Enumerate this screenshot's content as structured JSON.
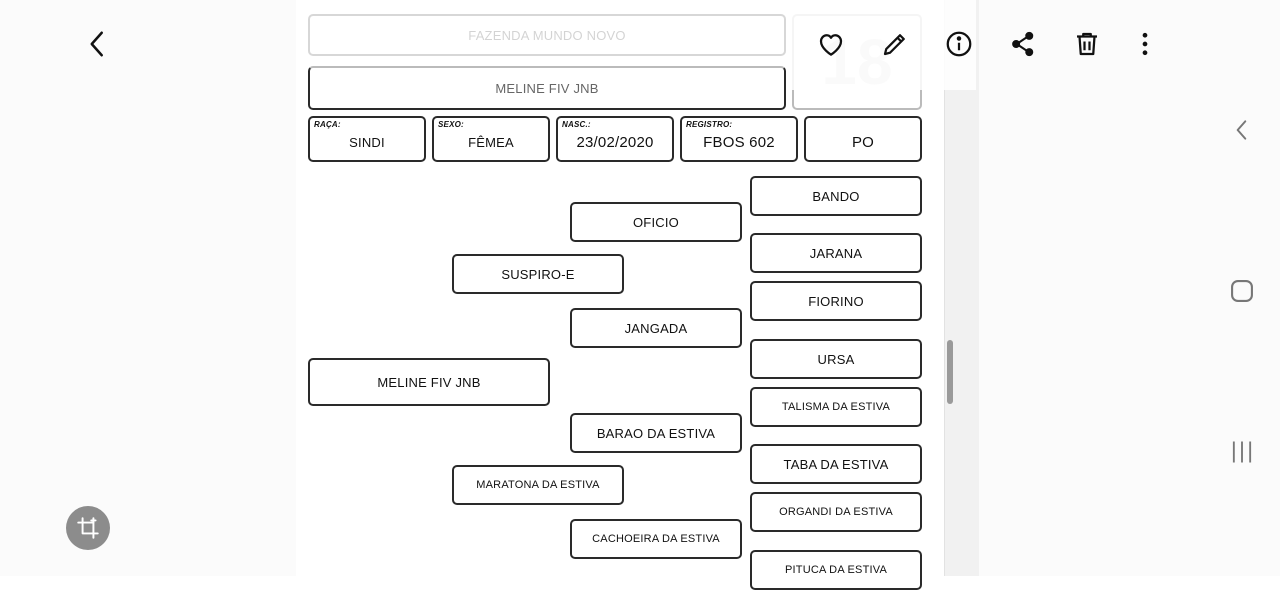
{
  "header": {
    "farm": "FAZENDA MUNDO NOVO",
    "animal_name": "MELINE FIV JNB",
    "number": "18"
  },
  "fields": [
    {
      "label": "RAÇA:",
      "value": "SINDI"
    },
    {
      "label": "SEXO:",
      "value": "FÊMEA"
    },
    {
      "label": "NASC.:",
      "value": "23/02/2020"
    },
    {
      "label": "REGISTRO:",
      "value": "FBOS 602"
    },
    {
      "label": "",
      "value": "PO"
    }
  ],
  "pedigree": {
    "animal": "MELINE FIV JNB",
    "sire": "SUSPIRO-E",
    "dam": "MARATONA DA ESTIVA",
    "sire_sire": "OFICIO",
    "sire_dam": "JANGADA",
    "dam_sire": "BARAO DA ESTIVA",
    "dam_dam": "CACHOEIRA DA ESTIVA",
    "ggp": [
      "BANDO",
      "JARANA",
      "FIORINO",
      "URSA",
      "TALISMA DA ESTIVA",
      "TABA DA ESTIVA",
      "ORGANDI DA ESTIVA",
      "PITUCA DA ESTIVA"
    ]
  },
  "icons": {
    "back": "chevron-left-icon",
    "favorite": "heart-icon",
    "edit": "pencil-icon",
    "info": "info-icon",
    "share": "share-icon",
    "delete": "trash-icon",
    "more": "more-vertical-icon",
    "crop": "crop-icon",
    "nav_back": "nav-back-icon",
    "nav_home": "nav-home-icon",
    "nav_recents": "nav-recents-icon"
  }
}
